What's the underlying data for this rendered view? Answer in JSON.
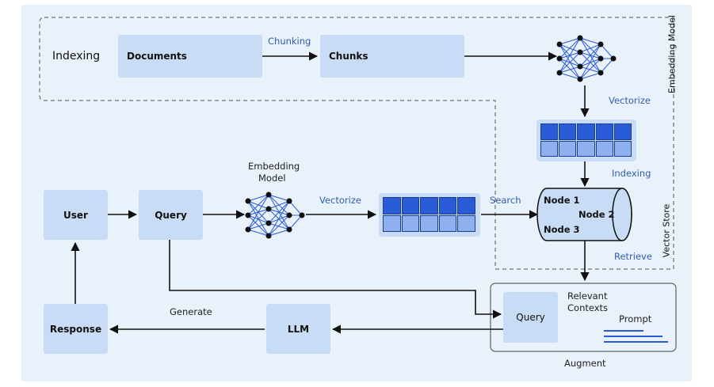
{
  "indexing_title": "Indexing",
  "documents": "Documents",
  "chunking": "Chunking",
  "chunks": "Chunks",
  "vectorize_top": "Vectorize",
  "embedding_model_side": "Embedding Model",
  "indexing_step": "Indexing",
  "vector_store_side": "Vector Store",
  "user": "User",
  "query": "Query",
  "embedding_model_center": [
    "Embedding",
    "Model"
  ],
  "vectorize_mid": "Vectorize",
  "search": "Search",
  "node1": "Node 1",
  "node2": "Node 2",
  "node3": "Node 3",
  "retrieve": "Retrieve",
  "relevant_contexts": [
    "Relevant",
    "Contexts"
  ],
  "query_aug": "Query",
  "prompt": "Prompt",
  "augment": "Augment",
  "llm": "LLM",
  "generate": "Generate",
  "response": "Response",
  "colors": {
    "box": "#c9dcf6",
    "accent": "#2f5fae",
    "cell": "#2a5bd7",
    "cell_light": "#8eb0ef",
    "bg": "#e9f1fb"
  }
}
